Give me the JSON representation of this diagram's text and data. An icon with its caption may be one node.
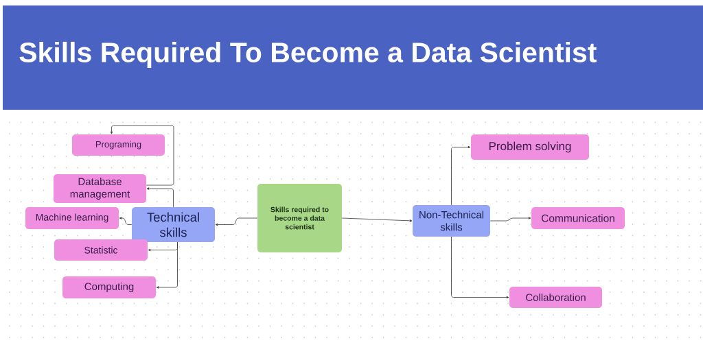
{
  "diagram": {
    "title": "Skills Required To Become a Data Scientist",
    "nodes": [
      {
        "text": [
          "Skills required to become a data scientist"
        ]
      },
      {
        "text": [
          "Technical skills"
        ]
      },
      {
        "text": [
          "Non-Technical skills"
        ]
      },
      {
        "text": [
          "Programing"
        ]
      },
      {
        "text": [
          "Database management"
        ]
      },
      {
        "text": [
          "Machine learning"
        ]
      },
      {
        "text": [
          "Statistic"
        ]
      },
      {
        "text": [
          "Computing"
        ]
      },
      {
        "text": [
          "Problem solving"
        ]
      },
      {
        "text": [
          "Communication"
        ]
      },
      {
        "text": [
          "Collaboration"
        ]
      }
    ],
    "edges": [
      {
        "from": 0,
        "to": 1,
        "arrow": "to"
      },
      {
        "from": 0,
        "to": 2,
        "arrow": "to"
      },
      {
        "from": 1,
        "to": 4,
        "arrow": "to"
      },
      {
        "from": 4,
        "to": 3,
        "arrow": "to"
      },
      {
        "from": 1,
        "to": 5,
        "arrow": "to"
      },
      {
        "from": 1,
        "to": 6,
        "arrow": "to"
      },
      {
        "from": 1,
        "to": 7,
        "arrow": "to"
      },
      {
        "from": 2,
        "to": 8,
        "arrow": "to"
      },
      {
        "from": 2,
        "to": 9,
        "arrow": "to"
      },
      {
        "from": 2,
        "to": 10,
        "arrow": "to"
      }
    ]
  }
}
